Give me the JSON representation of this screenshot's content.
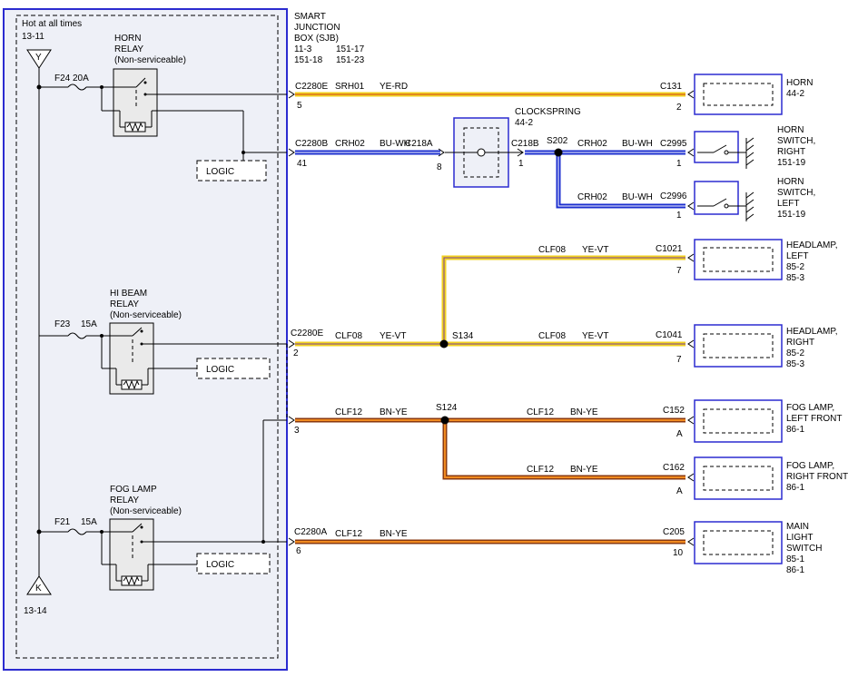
{
  "sjb": {
    "hot_label": "Hot at all times",
    "top_ref": "13-11",
    "top_tri": "Y",
    "bottom_ref": "13-14",
    "bottom_tri": "K",
    "title_lines": [
      "SMART",
      "JUNCTION",
      "BOX (SJB)"
    ],
    "refs_left": [
      "11-3",
      "151-18"
    ],
    "refs_right": [
      "151-17",
      "151-23"
    ],
    "logic": "LOGIC"
  },
  "relays": {
    "horn": {
      "lines": [
        "HORN",
        "RELAY",
        "(Non-serviceable)"
      ],
      "fuse": "F24",
      "amps": "20A"
    },
    "hibeam": {
      "lines": [
        "HI BEAM",
        "RELAY",
        "(Non-serviceable)"
      ],
      "fuse": "F23",
      "amps": "15A"
    },
    "fog": {
      "lines": [
        "FOG LAMP",
        "RELAY",
        "(Non-serviceable)"
      ],
      "fuse": "F21",
      "amps": "15A"
    }
  },
  "connectors": {
    "c2280e_top": {
      "name": "C2280E",
      "pin": "5"
    },
    "c2280b": {
      "name": "C2280B",
      "pin": "41"
    },
    "c2280e_mid": {
      "name": "C2280E",
      "pin": "2"
    },
    "c2280e_low": {
      "pin": "3"
    },
    "c2280a": {
      "name": "C2280A",
      "pin": "6"
    },
    "c218a": {
      "name": "C218A",
      "pin": "8"
    },
    "c218b": {
      "name": "C218B",
      "pin": "1"
    }
  },
  "clockspring": {
    "name": "CLOCKSPRING",
    "ref": "44-2"
  },
  "splices": {
    "s202": "S202",
    "s134": "S134",
    "s124": "S124"
  },
  "wires": {
    "srh01": {
      "circuit": "SRH01",
      "color": "YE-RD"
    },
    "crh02_a": {
      "circuit": "CRH02",
      "color": "BU-WH"
    },
    "crh02_b": {
      "circuit": "CRH02",
      "color": "BU-WH"
    },
    "crh02_c": {
      "circuit": "CRH02",
      "color": "BU-WH"
    },
    "clf08_a": {
      "circuit": "CLF08",
      "color": "YE-VT"
    },
    "clf08_b": {
      "circuit": "CLF08",
      "color": "YE-VT"
    },
    "clf08_c": {
      "circuit": "CLF08",
      "color": "YE-VT"
    },
    "clf12_a": {
      "circuit": "CLF12",
      "color": "BN-YE"
    },
    "clf12_b": {
      "circuit": "CLF12",
      "color": "BN-YE"
    },
    "clf12_c": {
      "circuit": "CLF12",
      "color": "BN-YE"
    },
    "clf12_d": {
      "circuit": "CLF12",
      "color": "BN-YE"
    }
  },
  "devices": {
    "horn": {
      "conn": "C131",
      "pin": "2",
      "lines": [
        "HORN",
        "44-2"
      ]
    },
    "horn_sw_right": {
      "conn": "C2995",
      "pin": "1",
      "lines": [
        "HORN",
        "SWITCH,",
        "RIGHT",
        "151-19"
      ]
    },
    "horn_sw_left": {
      "conn": "C2996",
      "pin": "1",
      "lines": [
        "HORN",
        "SWITCH,",
        "LEFT",
        "151-19"
      ]
    },
    "headlamp_left": {
      "conn": "C1021",
      "pin": "7",
      "lines": [
        "HEADLAMP,",
        "LEFT",
        "85-2",
        "85-3"
      ]
    },
    "headlamp_right": {
      "conn": "C1041",
      "pin": "7",
      "lines": [
        "HEADLAMP,",
        "RIGHT",
        "85-2",
        "85-3"
      ]
    },
    "fog_left": {
      "conn": "C152",
      "pin": "A",
      "lines": [
        "FOG LAMP,",
        "LEFT FRONT",
        "86-1"
      ]
    },
    "fog_right": {
      "conn": "C162",
      "pin": "A",
      "lines": [
        "FOG LAMP,",
        "RIGHT FRONT",
        "86-1"
      ]
    },
    "main_switch": {
      "conn": "C205",
      "pin": "10",
      "lines": [
        "MAIN",
        "LIGHT",
        "SWITCH",
        "85-1",
        "86-1"
      ]
    }
  },
  "colors": {
    "border_blue": "#2b2bd0",
    "yellow": "#f2d21e",
    "blue_wire": "#1c2fcf",
    "brown": "#8a3a10",
    "orange": "#f08a20",
    "box_fill": "#eef0f7"
  }
}
